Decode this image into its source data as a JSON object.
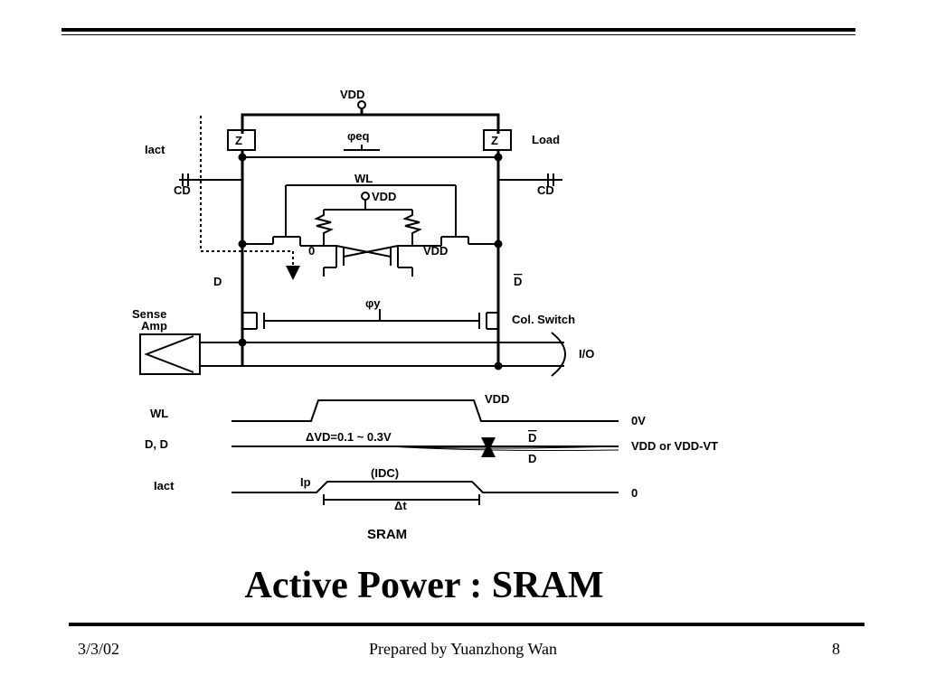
{
  "slide": {
    "title": "Active Power : SRAM",
    "footer_date": "3/3/02",
    "footer_author": "Prepared by Yuanzhong Wan",
    "page_number": "8"
  },
  "circuit": {
    "vdd_top": "VDD",
    "z_left": "Z",
    "z_right": "Z",
    "load": "Load",
    "phi_eq": "φeq",
    "iact": "Iact",
    "cd_left": "CD",
    "cd_right": "CD",
    "wl": "WL",
    "vdd_cell": "VDD",
    "node_zero": "0",
    "node_vdd": "VDD",
    "d": "D",
    "d_bar": "D",
    "phi_y": "φy",
    "sense_amp_1": "Sense",
    "sense_amp_2": "Amp",
    "col_switch": "Col. Switch",
    "io": "I/O"
  },
  "waveform": {
    "wl": "WL",
    "wl_high": "VDD",
    "wl_low": "0V",
    "d_pair": "D, D",
    "delta_vd": "ΔVD=0.1 ~ 0.3V",
    "d_bar_out": "D",
    "d_out": "D",
    "precharge": "VDD or VDD-VT",
    "iact": "Iact",
    "ip": "Ip",
    "idc": "(IDC)",
    "delta_t": "Δt",
    "iact_zero": "0",
    "caption": "SRAM"
  }
}
